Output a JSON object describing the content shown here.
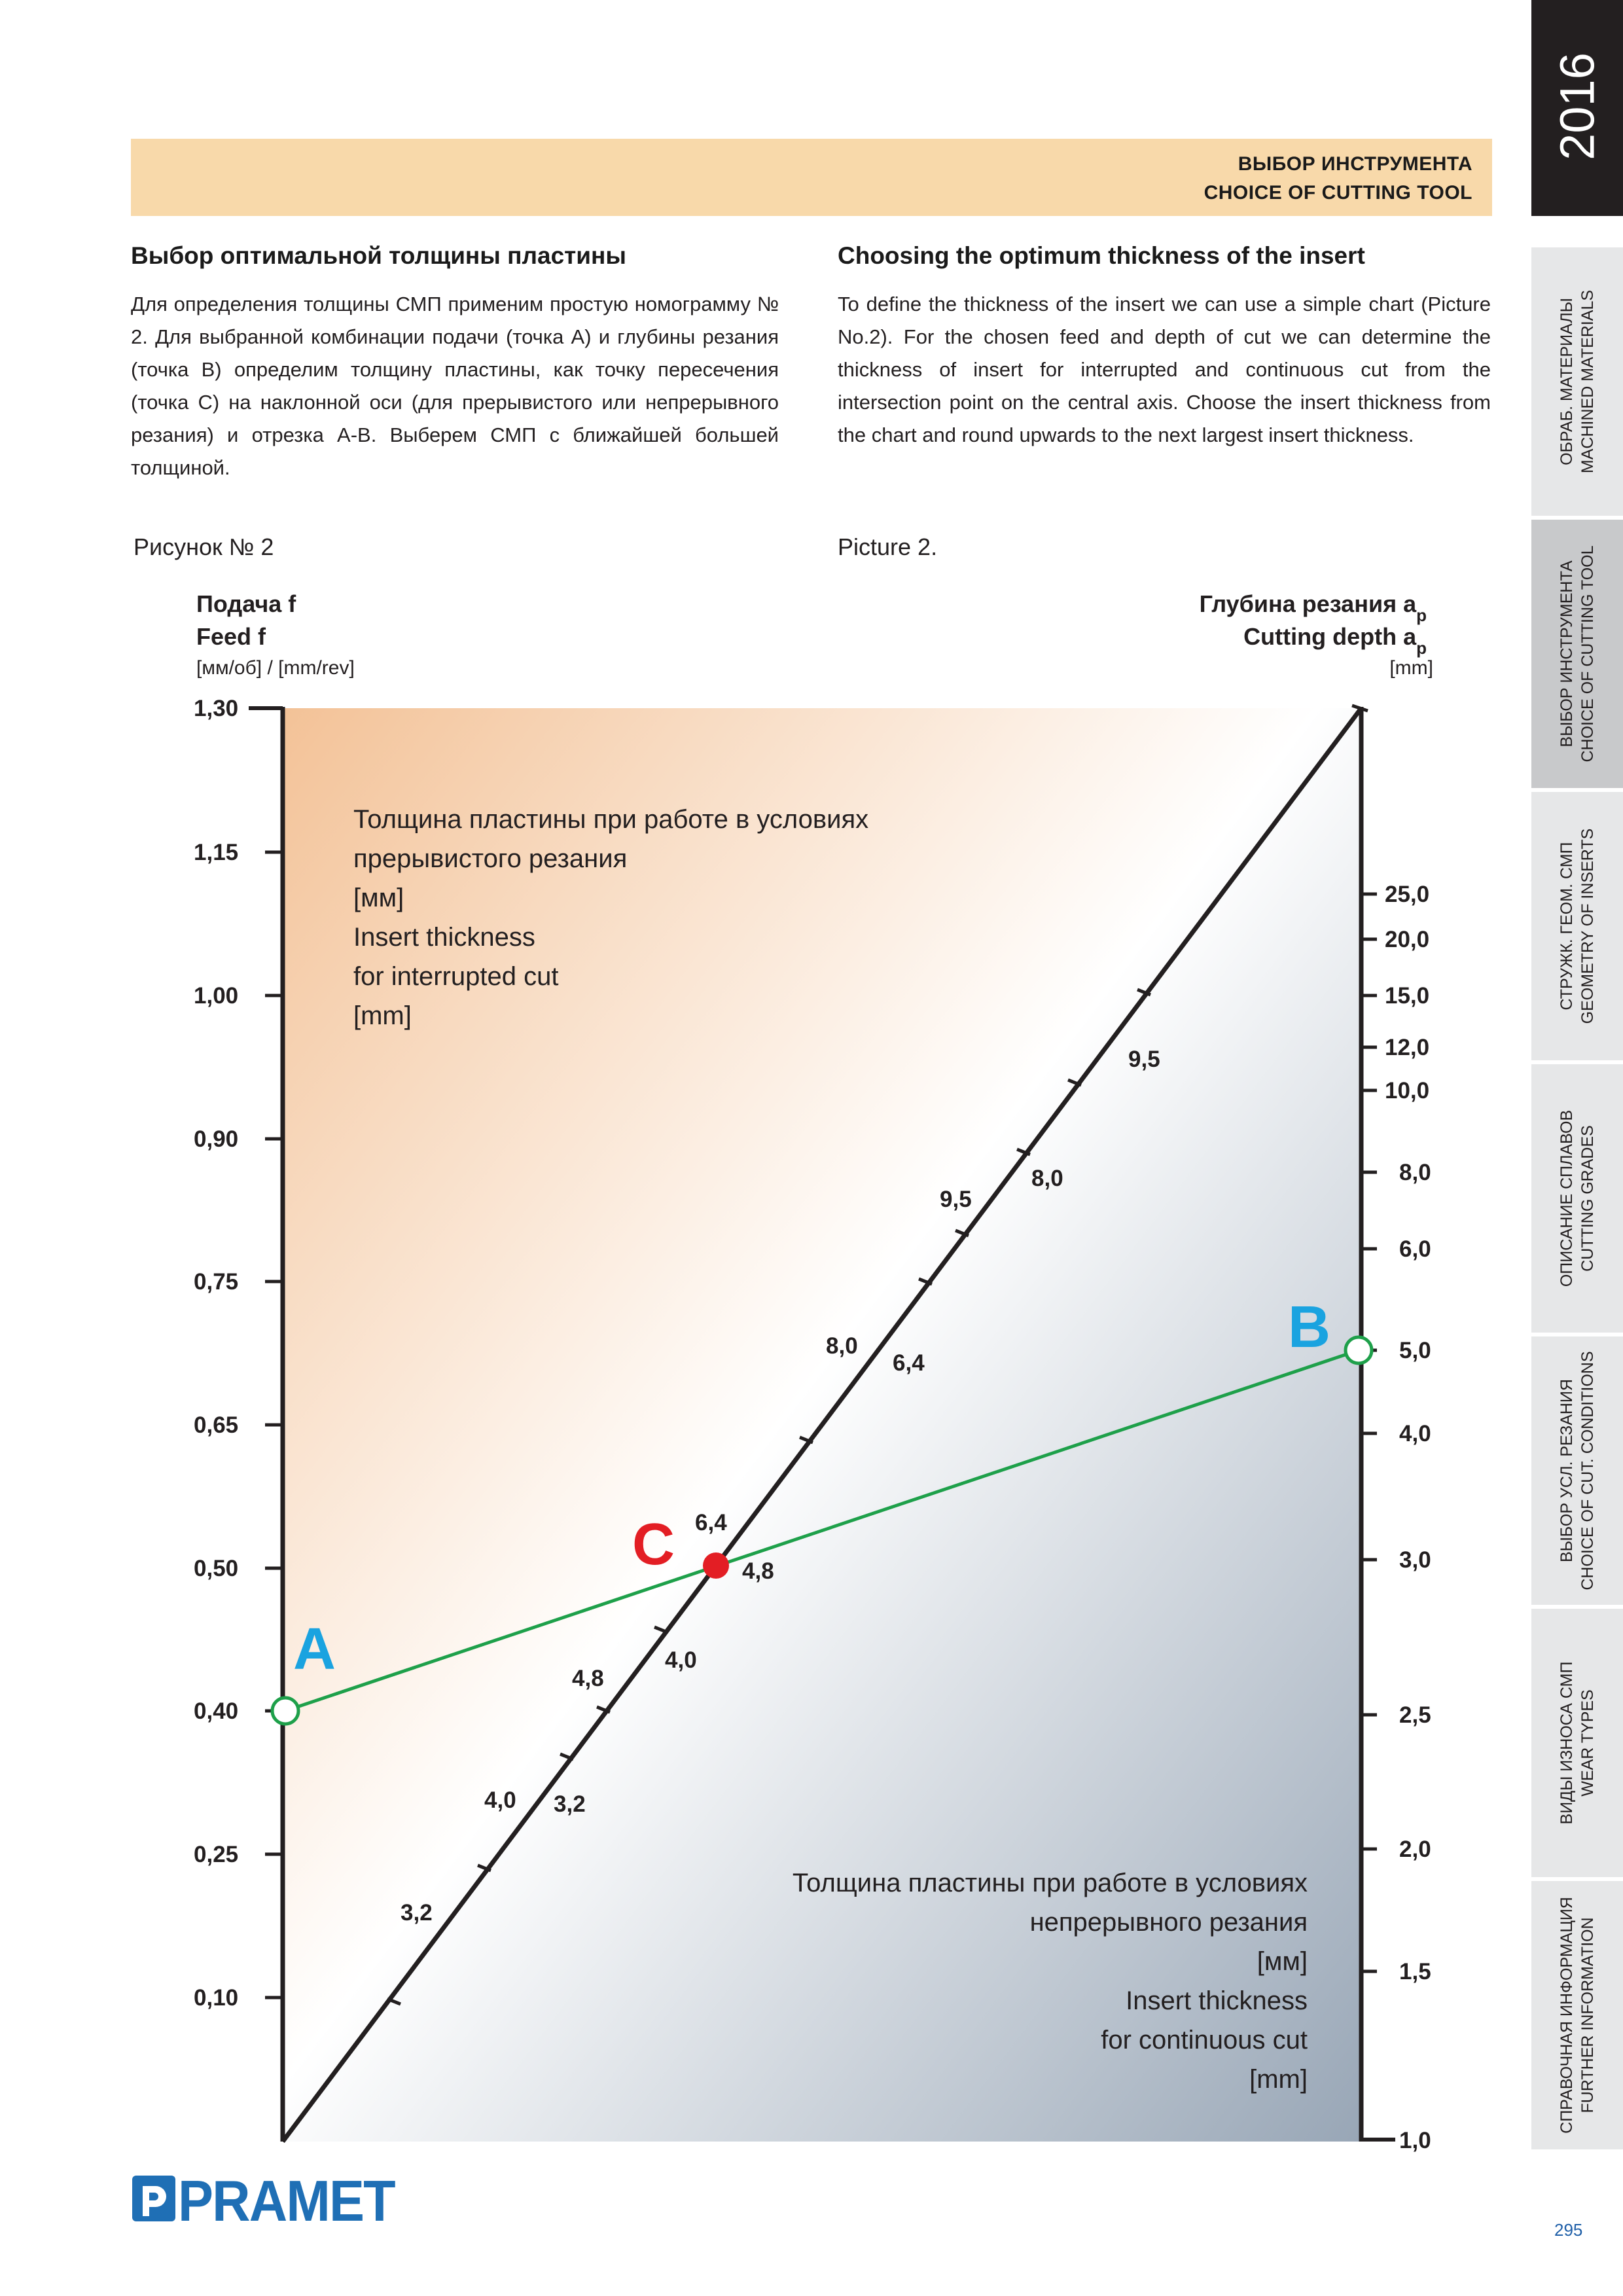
{
  "header": {
    "title_ru": "ВЫБОР ИНСТРУМЕНТА",
    "title_en": "CHOICE OF CUTTING TOOL"
  },
  "sidebar": {
    "year": "2016",
    "tabs": [
      {
        "ru": "ОБРАБ. МАТЕРИАЛЫ",
        "en": "MACHINED MATERIALS",
        "active": false
      },
      {
        "ru": "ВЫБОР ИНСТРУМЕНТА",
        "en": "CHOICE OF CUTTING TOOL",
        "active": true
      },
      {
        "ru": "СТРУЖК. ГЕОМ. СМП",
        "en": "GEOMETRY OF INSERTS",
        "active": false
      },
      {
        "ru": "ОПИСАНИЕ СПЛАВОВ",
        "en": "CUTTING GRADES",
        "active": false
      },
      {
        "ru": "ВЫБОР УСЛ. РЕЗАНИЯ",
        "en": "CHOICE OF CUT. CONDITIONS",
        "active": false
      },
      {
        "ru": "ВИДЫ ИЗНОСА СМП",
        "en": "WEAR TYPES",
        "active": false
      },
      {
        "ru": "СПРАВОЧНАЯ ИНФОРМАЦИЯ",
        "en": "FURTHER INFORMATION",
        "active": false
      }
    ]
  },
  "left": {
    "title": "Выбор оптимальной толщины пластины",
    "paragraph": "Для определения толщины СМП применим простую номограмму № 2. Для выбранной комбинации подачи (точка A) и глубины резания (точка B) определим толщину пластины, как точку пересечения (точка C) на наклонной оси (для прерывистого или непрерывного резания) и отрезка A-B. Выберем СМП с ближайшей большей толщиной.",
    "caption": "Рисунок № 2"
  },
  "right": {
    "title": "Choosing the optimum thickness of the insert",
    "paragraph": "To define the thickness of the insert we can use a simple chart (Picture No.2). For the chosen feed and depth of cut we can determine the thickness of insert for interrupted and continuous cut from the intersection point on the central axis. Choose the insert thickness from the chart and round upwards to the next largest insert thickness.",
    "caption": "Picture 2."
  },
  "nomogram": {
    "left_axis": {
      "title_ru": "Подача f",
      "title_en": "Feed f",
      "unit": "[мм/об] / [mm/rev]",
      "ticks": [
        "1,30",
        "1,15",
        "1,00",
        "0,90",
        "0,75",
        "0,65",
        "0,50",
        "0,40",
        "0,25",
        "0,10"
      ]
    },
    "right_axis": {
      "title_ru": "Глубина резания a",
      "title_en": "Cutting depth a",
      "subscript": "p",
      "unit": "[mm]",
      "ticks": [
        "25,0",
        "20,0",
        "15,0",
        "12,0",
        "10,0",
        "8,0",
        "6,0",
        "5,0",
        "4,0",
        "3,0",
        "2,5",
        "2,0",
        "1,5",
        "1,0"
      ]
    },
    "interrupted_labels": [
      "3,2",
      "4,0",
      "4,8",
      "6,4",
      "8,0",
      "9,5"
    ],
    "continuous_labels": [
      "3,2",
      "4,0",
      "4,8",
      "6,4",
      "8,0",
      "9,5"
    ],
    "interrupted_text": [
      "Толщина пластины при работе в условиях",
      "прерывистого резания",
      "[мм]",
      "Insert thickness",
      "for interrupted cut",
      "[mm]"
    ],
    "continuous_text": [
      "Толщина пластины при работе в условиях",
      "непрерывного резания",
      "[мм]",
      "Insert thickness",
      "for continuous cut",
      "[mm]"
    ],
    "points": {
      "A": "A",
      "B": "B",
      "C": "C"
    },
    "example": {
      "feed": 0.4,
      "depth": 5.0,
      "thickness_interrupted": 6.4,
      "thickness_continuous": 4.8
    },
    "colors": {
      "warm": "#f3c59b",
      "cool": "#9aa8b8",
      "line": "#1ea04a",
      "point_c": "#e31e24",
      "label_ab": "#1aa3e0",
      "label_c": "#e31e24"
    }
  },
  "footer": {
    "brand": "PRAMET",
    "page_number": "295"
  }
}
